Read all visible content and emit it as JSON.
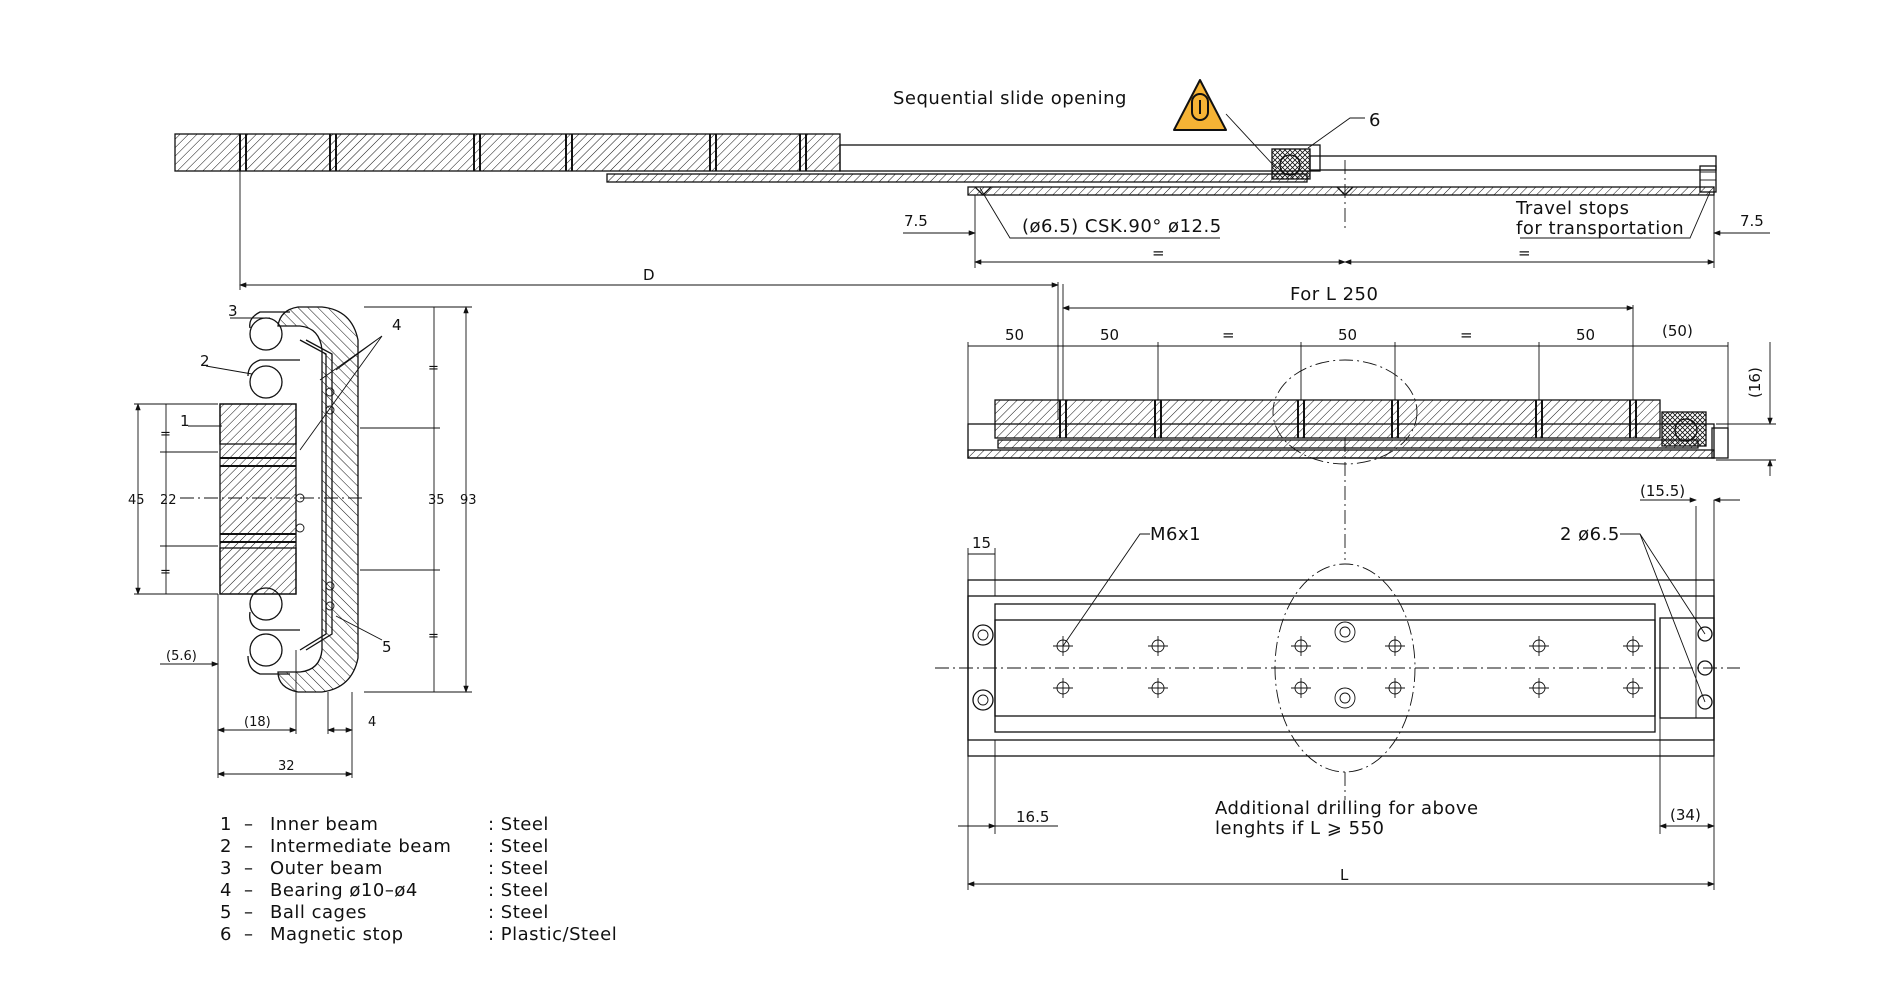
{
  "title": "Sequential slide opening",
  "warning_icon": "sequential-opening-warning-icon",
  "colors": {
    "warning_fill": "#f5b335",
    "line": "#111111",
    "background": "#ffffff"
  },
  "callouts": {
    "magnetic_stop": "6",
    "csk": "(ø6.5) CSK.90° ø12.5",
    "travel_stops_1": "Travel stops",
    "travel_stops_2": "for transportation",
    "m6": "M6x1",
    "holes": "2 ø6.5",
    "additional_1": "Additional drilling for above",
    "additional_2": "lenghts if L ⩾ 550"
  },
  "dimensions": {
    "top_left_offset": "7.5",
    "top_right_offset": "7.5",
    "equal": "=",
    "D": "D",
    "for_L": "For L 250",
    "pitch_50": "50",
    "end_50": "(50)",
    "height_16": "(16)",
    "end_15_5": "(15.5)",
    "left_15": "15",
    "left_16_5": "16.5",
    "right_34": "(34)",
    "L": "L",
    "section_45": "45",
    "section_22": "22",
    "section_35": "35",
    "section_93": "93",
    "section_5_6": "(5.6)",
    "section_18": "(18)",
    "section_4": "4",
    "section_32": "32"
  },
  "section_callouts": [
    "1",
    "2",
    "3",
    "4",
    "5"
  ],
  "legend": [
    {
      "num": "1",
      "dash": "–",
      "part": "Inner beam",
      "material": ": Steel"
    },
    {
      "num": "2",
      "dash": "–",
      "part": "Intermediate beam",
      "material": ": Steel"
    },
    {
      "num": "3",
      "dash": "–",
      "part": "Outer beam",
      "material": ": Steel"
    },
    {
      "num": "4",
      "dash": "–",
      "part": "Bearing ø10–ø4",
      "material": ": Steel"
    },
    {
      "num": "5",
      "dash": "–",
      "part": "Ball cages",
      "material": ": Steel"
    },
    {
      "num": "6",
      "dash": "–",
      "part": "Magnetic stop",
      "material": ": Plastic/Steel"
    }
  ]
}
